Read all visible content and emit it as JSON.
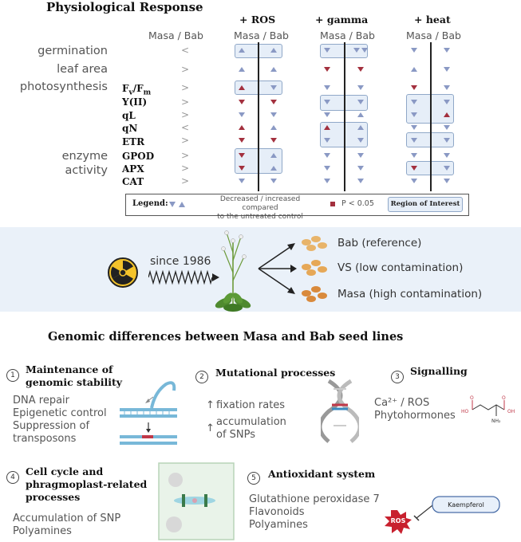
{
  "title": "Physiological Response",
  "masa_bab": "Masa / Bab",
  "conditions": [
    "+ ROS",
    "+ gamma",
    "+ heat"
  ],
  "rows": [
    {
      "label": "germination",
      "param": "",
      "cmp": "<",
      "cells": [
        [
          "up",
          "up"
        ],
        [
          "down",
          "downdown"
        ],
        [
          "down",
          "down"
        ]
      ]
    },
    {
      "label": "leaf area",
      "param": "",
      "cmp": ">",
      "cells": [
        [
          "up",
          "up"
        ],
        [
          "red-down",
          "red-down"
        ],
        [
          "up",
          "down"
        ]
      ]
    },
    {
      "label": "photosynthesis",
      "param": "Fv/Fm",
      "cmp": ">",
      "cells": [
        [
          "red-up",
          "down"
        ],
        [
          "down",
          "down"
        ],
        [
          "red-down",
          "down"
        ]
      ]
    },
    {
      "label": "",
      "param": "Y(II)",
      "cmp": ">",
      "cells": [
        [
          "red-down",
          "red-down"
        ],
        [
          "down",
          "down"
        ],
        [
          "down",
          "down"
        ]
      ]
    },
    {
      "label": "",
      "param": "qL",
      "cmp": ">",
      "cells": [
        [
          "down",
          "down"
        ],
        [
          "down",
          "up"
        ],
        [
          "down",
          "red-up"
        ]
      ]
    },
    {
      "label": "",
      "param": "qN",
      "cmp": "<",
      "cells": [
        [
          "red-up",
          "up"
        ],
        [
          "red-up",
          "up"
        ],
        [
          "down",
          "down"
        ]
      ]
    },
    {
      "label": "",
      "param": "ETR",
      "cmp": ">",
      "cells": [
        [
          "red-down",
          "red-down"
        ],
        [
          "down",
          "down"
        ],
        [
          "down",
          "down"
        ]
      ]
    },
    {
      "label": "enzyme",
      "param": "GPOD",
      "cmp": ">",
      "cells": [
        [
          "red-down",
          "up"
        ],
        [
          "down",
          "down"
        ],
        [
          "down",
          "down"
        ]
      ]
    },
    {
      "label": "activity",
      "param": "APX",
      "cmp": ">",
      "cells": [
        [
          "red-down",
          "up"
        ],
        [
          "down",
          "down"
        ],
        [
          "red-down",
          "down"
        ]
      ]
    },
    {
      "label": "",
      "param": "CAT",
      "cmp": ">",
      "cells": [
        [
          "down",
          "down"
        ],
        [
          "down",
          "down"
        ],
        [
          "down",
          "down"
        ]
      ]
    }
  ],
  "legend": {
    "label": "Legend:",
    "arrows_text_1": "Decreased / increased compared",
    "arrows_text_2": "to the untreated control",
    "p_text": "P < 0.05",
    "roi_text": "Region of Interest"
  },
  "colors": {
    "blue_arrow": "#8a99c4",
    "red_arrow": "#a3303e",
    "roi_fill": "#e6eef8",
    "roi_border": "#90a8c8",
    "band": "#eaf1f9"
  },
  "exposure": {
    "since": "since 1986",
    "lines": [
      "Bab (reference)",
      "VS (low contamination)",
      "Masa (high contamination)"
    ]
  },
  "genomic_title": "Genomic differences between Masa and Bab seed lines",
  "sections": [
    {
      "num": "1",
      "title": "Maintenance of genomic stability",
      "title_lines": [
        "Maintenance of",
        "genomic stability"
      ],
      "items": [
        "DNA repair",
        "Epigenetic control",
        "Suppression of",
        "transposons"
      ]
    },
    {
      "num": "2",
      "title": "Mutational processes",
      "items": [
        "fixation rates",
        "accumulation",
        "of SNPs"
      ]
    },
    {
      "num": "3",
      "title": "Signalling",
      "items": [
        "Ca²⁺ / ROS",
        "Phytohormones"
      ]
    },
    {
      "num": "4",
      "title": "Cell cycle and phragmoplast-related processes",
      "title_lines": [
        "Cell cycle and",
        "phragmoplast-related",
        "processes"
      ],
      "items": [
        "Accumulation of SNP",
        "Polyamines"
      ]
    },
    {
      "num": "5",
      "title": "Antioxidant system",
      "items": [
        "Glutathione peroxidase 7",
        "Flavonoids",
        "Polyamines"
      ]
    }
  ],
  "molecule_labels": {
    "ho": "HO",
    "oh": "OH",
    "nh2": "NH₂",
    "o1": "O",
    "o2": "O"
  },
  "ros_label": "ROS",
  "kaempferol_label": "Kaempferol"
}
